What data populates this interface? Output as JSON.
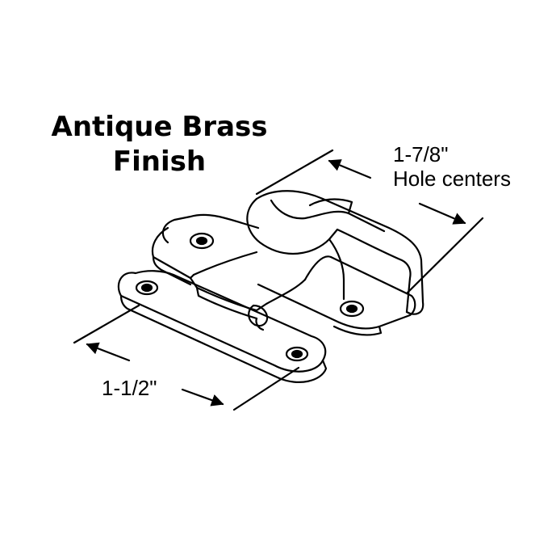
{
  "title": {
    "line1": "Antique Brass",
    "line2": "Finish"
  },
  "dimensions": {
    "hole_centers": {
      "value": "1-7/8\"",
      "caption": "Hole centers"
    },
    "keeper_length": {
      "value": "1-1/2\""
    }
  },
  "colors": {
    "background": "#ffffff",
    "line": "#000000"
  }
}
